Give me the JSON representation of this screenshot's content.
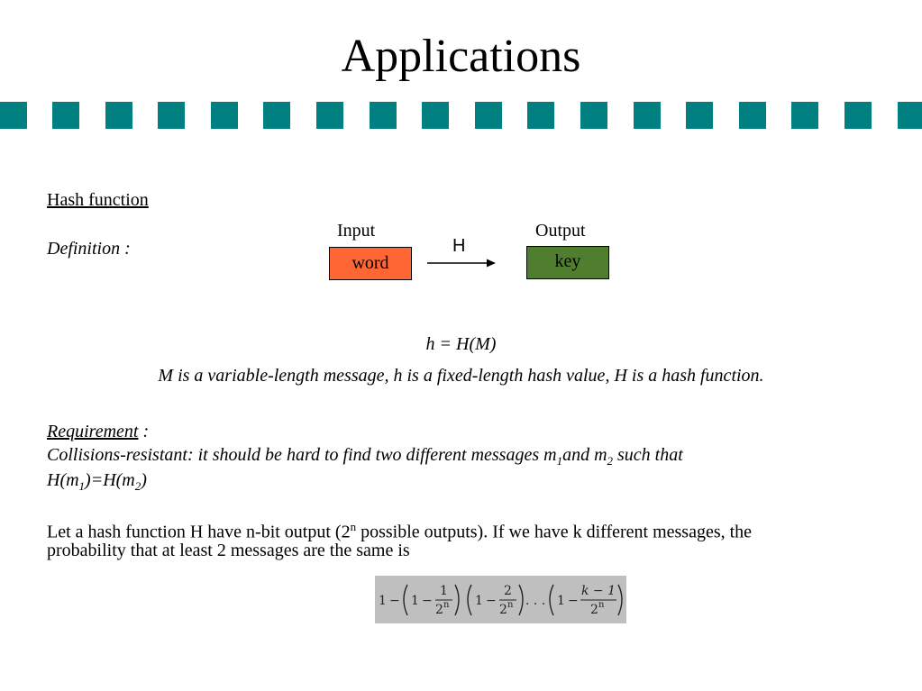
{
  "slide": {
    "title": "Applications"
  },
  "colors": {
    "accent": "#008080",
    "word_box": "#ff6633",
    "key_box": "#4f7f2e",
    "formula_bg": "#bfbfbf"
  },
  "section": {
    "heading": "Hash function",
    "definition_label": "Definition :"
  },
  "diagram": {
    "input_label": "Input",
    "output_label": "Output",
    "arrow_label": "H",
    "input_box": "word",
    "output_box": "key"
  },
  "equation": "h = H(M)",
  "explanation": "M is a variable-length message, h is a fixed-length  hash value, H is a hash function.",
  "requirement": {
    "label": "Requirement",
    "colon": " :",
    "line1_pre": "Collisions-resistant: it should be hard to find two different messages m",
    "sub1": "1",
    "line1_mid": "and m",
    "sub2": "2",
    "line1_post": " such that",
    "line2_a": "H(m",
    "line2_sub1": "1",
    "line2_b": ")=H(m",
    "line2_sub2": "2",
    "line2_c": ")"
  },
  "paragraph": {
    "pre": "Let a hash function H have n-bit output (2",
    "sup": "n",
    "post": " possible outputs). If we have k different messages, the",
    "line2": "probability that at least 2 messages are the same is"
  },
  "formula": {
    "one": "1",
    "minus": "−",
    "n1": "1",
    "n2": "2",
    "nk": "k − 1",
    "den": "2",
    "den_exp": "n",
    "dots": ". . ."
  }
}
